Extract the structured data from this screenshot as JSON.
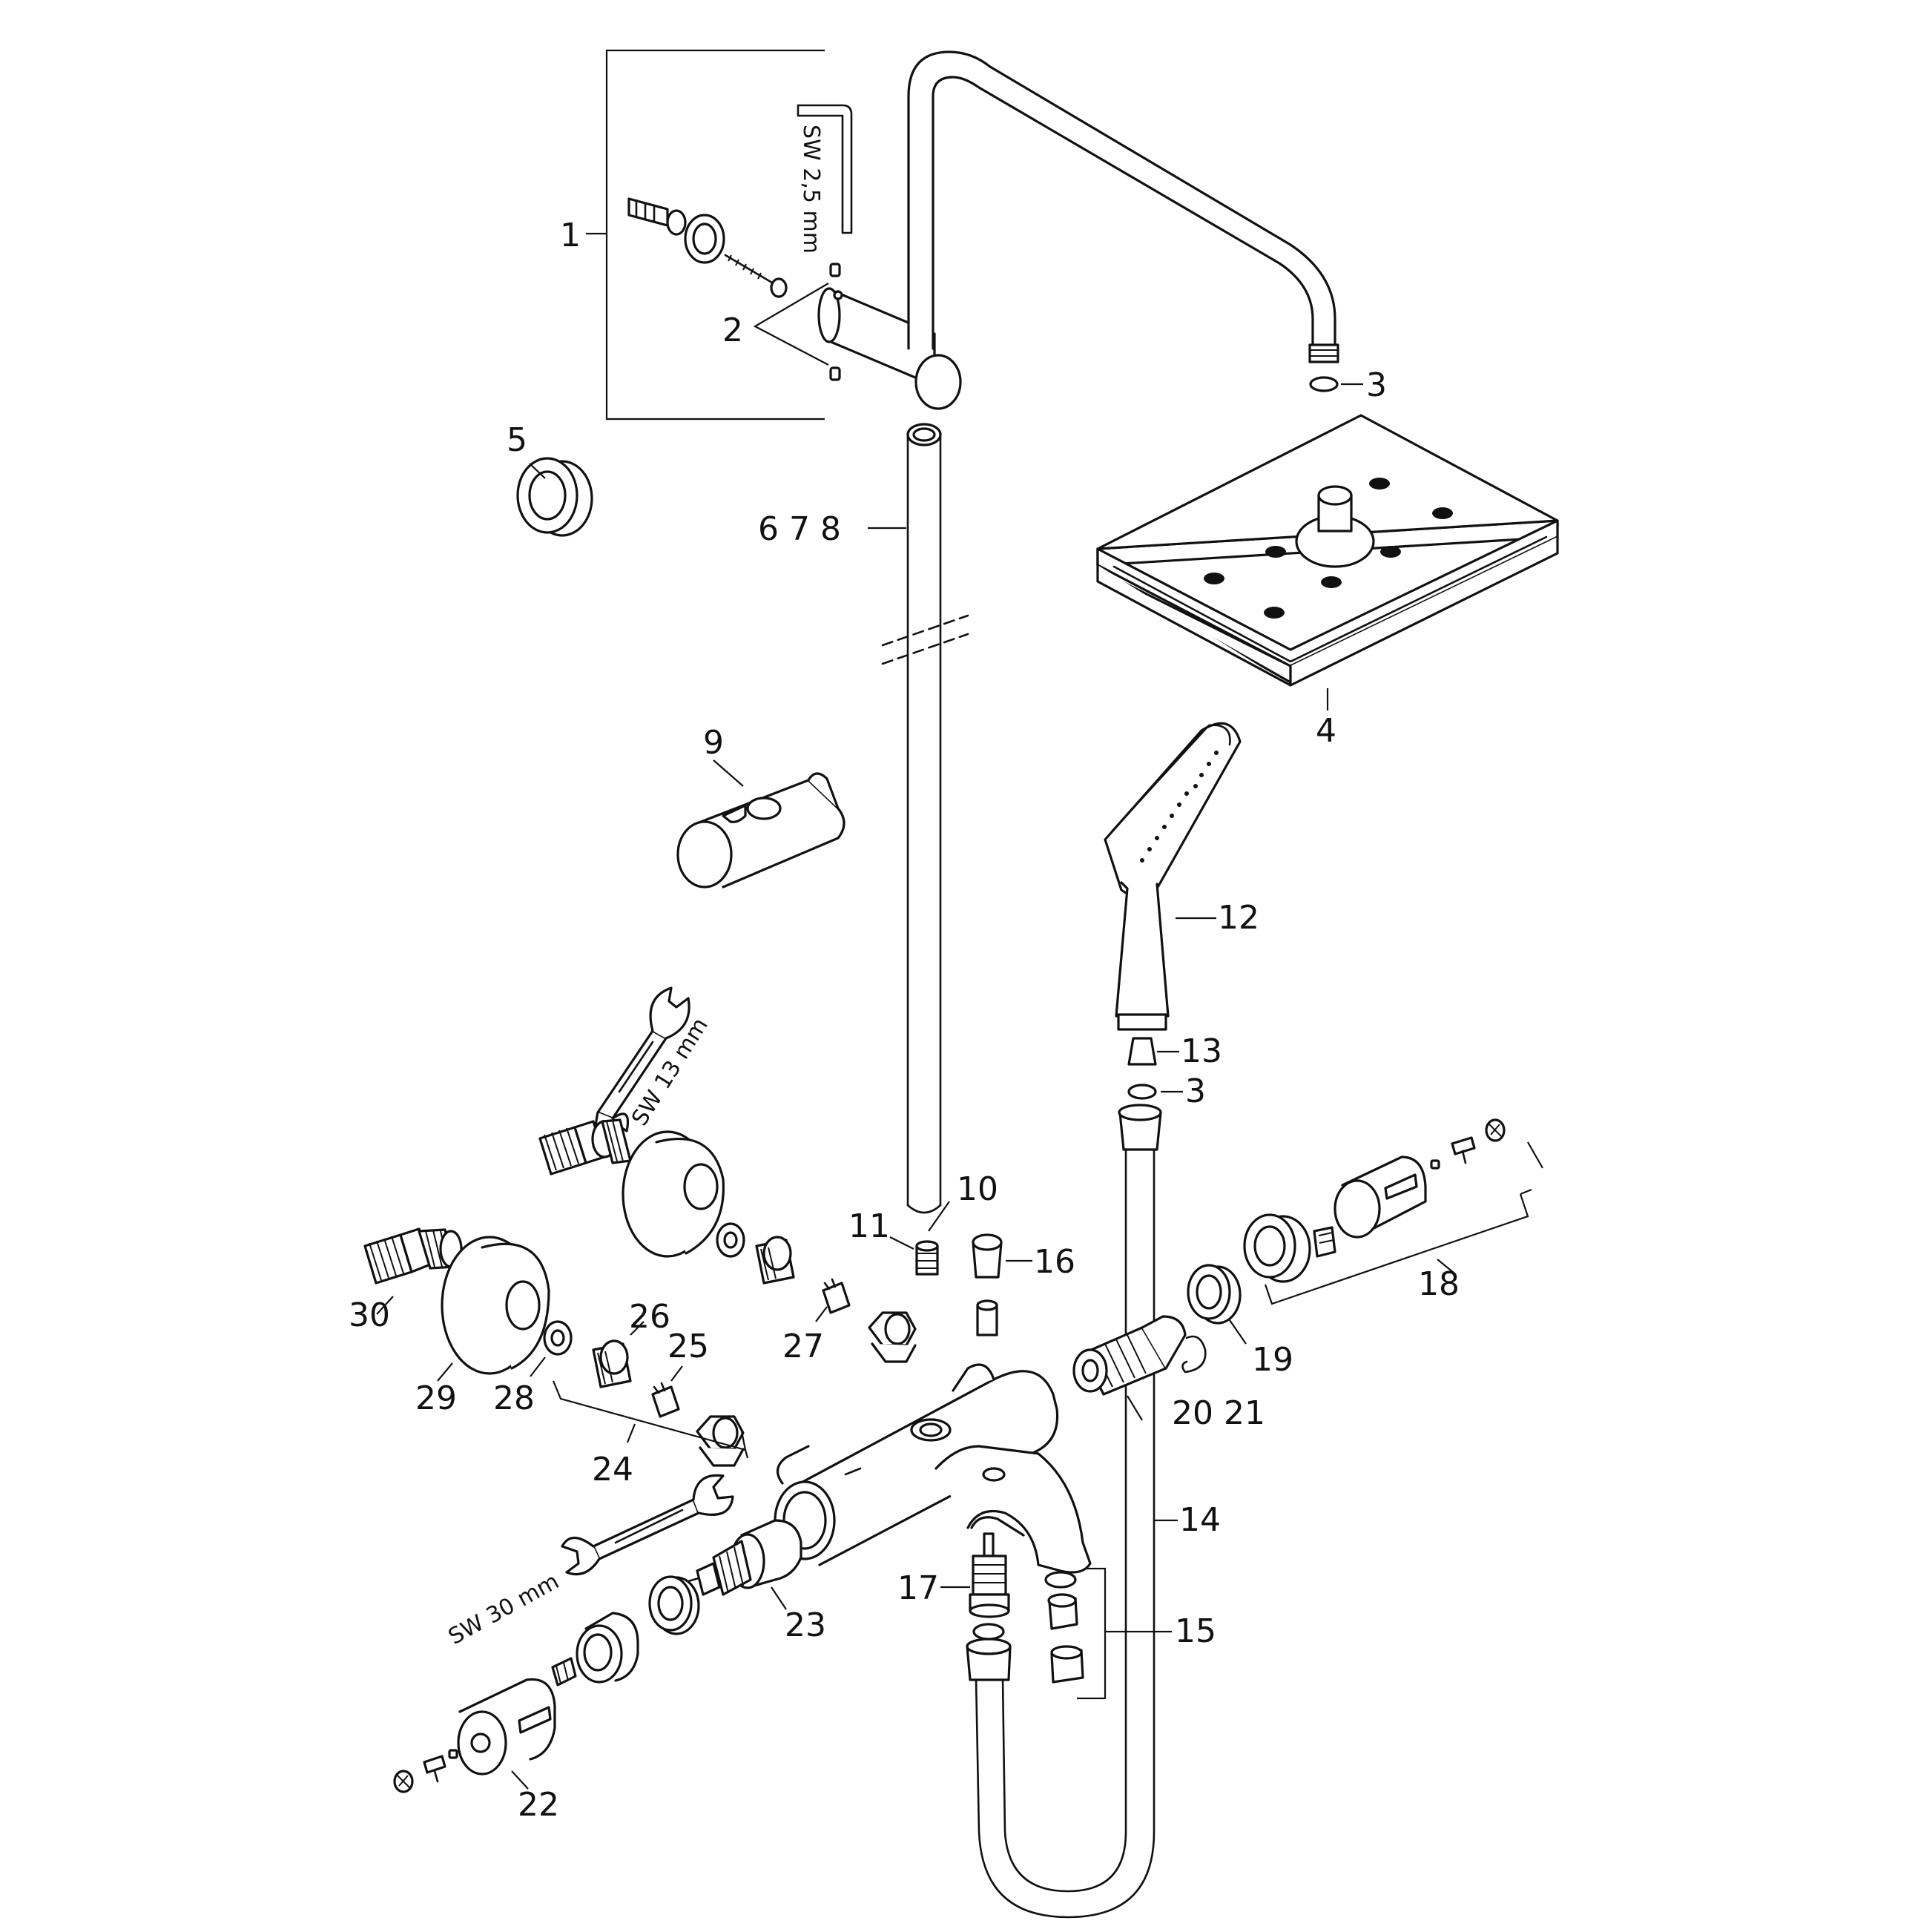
{
  "labels": {
    "p1": "1",
    "p2": "2",
    "p3a": "3",
    "p3b": "3",
    "p4": "4",
    "p5": "5",
    "p678": "6 7 8",
    "p9": "9",
    "p10": "10",
    "p11": "11",
    "p12": "12",
    "p13": "13",
    "p14": "14",
    "p15": "15",
    "p16": "16",
    "p17": "17",
    "p18": "18",
    "p19": "19",
    "p2021": "20 21",
    "p22": "22",
    "p23": "23",
    "p24": "24",
    "p25": "25",
    "p26": "26",
    "p27": "27",
    "p28": "28",
    "p29": "29",
    "p30": "30"
  },
  "tools": {
    "hex_key": "SW 2,5 mm",
    "wrench_small": "SW 13 mm",
    "wrench_large": "SW 30 mm"
  }
}
